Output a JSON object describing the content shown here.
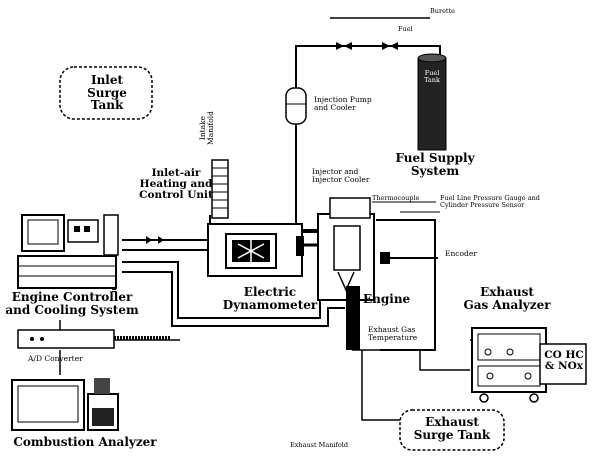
{
  "components": {
    "inlet_surge_tank": "Inlet\nSurge Tank",
    "intake_manifold": "Intake\nManifold",
    "inlet_air_unit": "Inlet-air\nHeating and\nControl Unit",
    "fuel_supply_system": "Fuel Supply\nSystem",
    "fuel_tank": "Fuel\nTank",
    "injection_pump_cooler": "Injection Pump\nand Cooler",
    "injector_cooler": "Injector and\nInjector Cooler",
    "thermocouple": "Thermocouple",
    "pressure_gauge": "Fuel Line Pressure Gauge and\nCylinder Pressure Sensor",
    "encoder": "Encoder",
    "engine_controller": "Engine Controller\nand Cooling System",
    "ad_converter": "A/D Converter",
    "combustion_analyzer": "Combustion Analyzer",
    "electric_dynamometer": "Electric\nDynamometer",
    "engine": "Engine",
    "exhaust_gas_temperature": "Exhaust Gas\nTemperature",
    "exhaust_gas_analyzer": "Exhaust\nGas Analyzer",
    "gas_species": "CO HC\n& NOx",
    "exhaust_surge_tank": "Exhaust\nSurge Tank",
    "exhaust_manifold": "Exhaust Manifold",
    "burette": "Burette",
    "fuel": "Fuel"
  }
}
